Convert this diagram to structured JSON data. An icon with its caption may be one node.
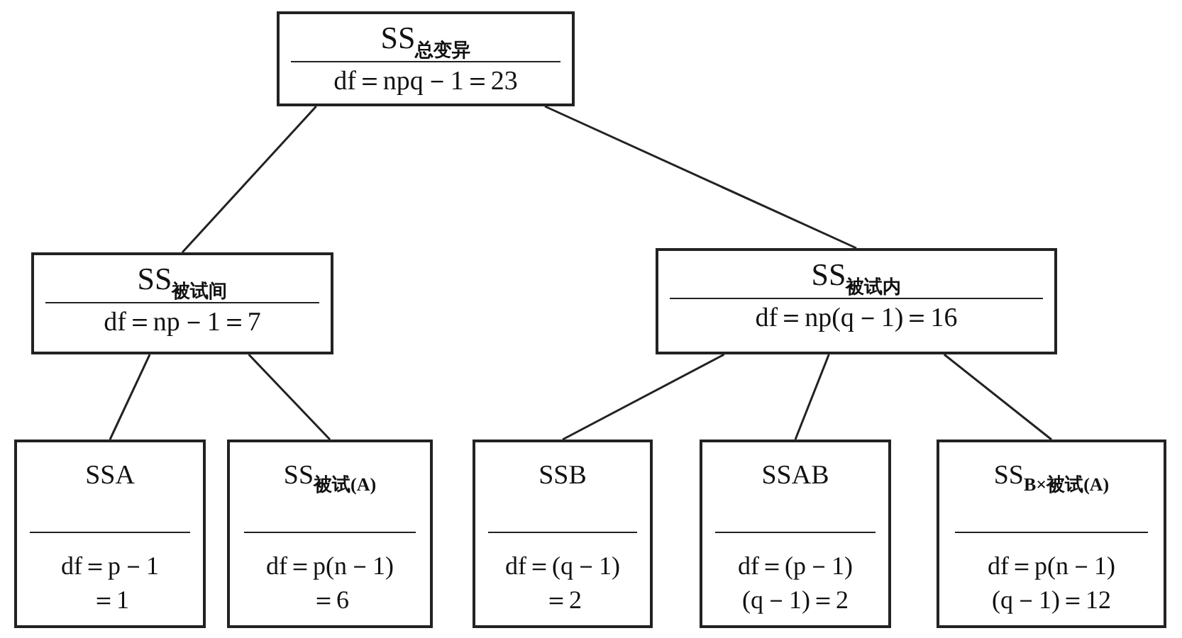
{
  "diagram": {
    "nodes": [
      {
        "text": [
          "SS$_{总变异}$",
          "df＝npq－1＝23"
        ]
      },
      {
        "text": [
          "SS$_{被试间}$",
          "df＝np－1＝7"
        ]
      },
      {
        "text": [
          "SS$_{被试内}$",
          "df＝np(q－1)＝16"
        ]
      },
      {
        "text": [
          "SSA",
          "df＝p－1 ＝1"
        ]
      },
      {
        "text": [
          "SS$_{被试(A)}$",
          "df＝p(n－1) ＝6"
        ]
      },
      {
        "text": [
          "SSB",
          "df＝(q－1) ＝2"
        ]
      },
      {
        "text": [
          "SSAB",
          "df＝(p－1) (q－1)＝2"
        ]
      },
      {
        "text": [
          "SS$_{B×被试(A)}$",
          "df＝p(n－1) (q－1)＝12"
        ]
      }
    ],
    "edges": [
      {
        "from": 0,
        "to": 1,
        "arrow": "none"
      },
      {
        "from": 0,
        "to": 2,
        "arrow": "none"
      },
      {
        "from": 1,
        "to": 3,
        "arrow": "none"
      },
      {
        "from": 1,
        "to": 4,
        "arrow": "none"
      },
      {
        "from": 2,
        "to": 5,
        "arrow": "none"
      },
      {
        "from": 2,
        "to": 6,
        "arrow": "none"
      },
      {
        "from": 2,
        "to": 7,
        "arrow": "none"
      }
    ]
  }
}
